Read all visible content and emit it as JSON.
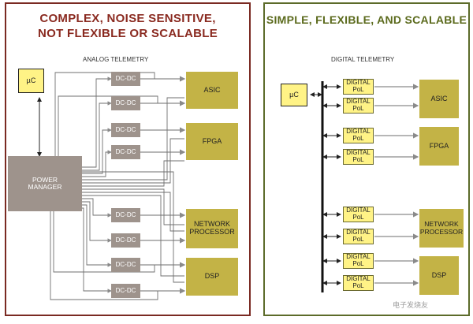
{
  "left": {
    "title_line1": "COMPLEX, NOISE SENSITIVE,",
    "title_line2": "NOT FLEXIBLE OR SCALABLE",
    "subtitle": "ANALOG TELEMETRY",
    "uc": "µC",
    "power_manager_line1": "POWER",
    "power_manager_line2": "MANAGER",
    "dcdc_labels": [
      "DC-DC",
      "DC-DC",
      "DC-DC",
      "DC-DC",
      "DC-DC",
      "DC-DC",
      "DC-DC",
      "DC-DC"
    ],
    "loads": {
      "asic": "ASIC",
      "fpga": "FPGA",
      "network_line1": "NETWORK",
      "network_line2": "PROCESSOR",
      "dsp": "DSP"
    }
  },
  "right": {
    "title": "SIMPLE, FLEXIBLE, AND SCALABLE",
    "subtitle": "DIGITAL TELEMETRY",
    "uc": "µC",
    "pol_line1": "DIGITAL",
    "pol_line2": "PoL",
    "loads": {
      "asic": "ASIC",
      "fpga": "FPGA",
      "network_line1": "NETWORK",
      "network_line2": "PROCESSOR",
      "dsp": "DSP"
    }
  },
  "watermark": "电子发烧友",
  "colors": {
    "left_border": "#7a2a22",
    "right_border": "#5c6b2a",
    "uc_fill": "#fff386",
    "dcdc_fill": "#9e938c",
    "load_fill": "#c3b346",
    "wire": "#8a8a8a"
  }
}
